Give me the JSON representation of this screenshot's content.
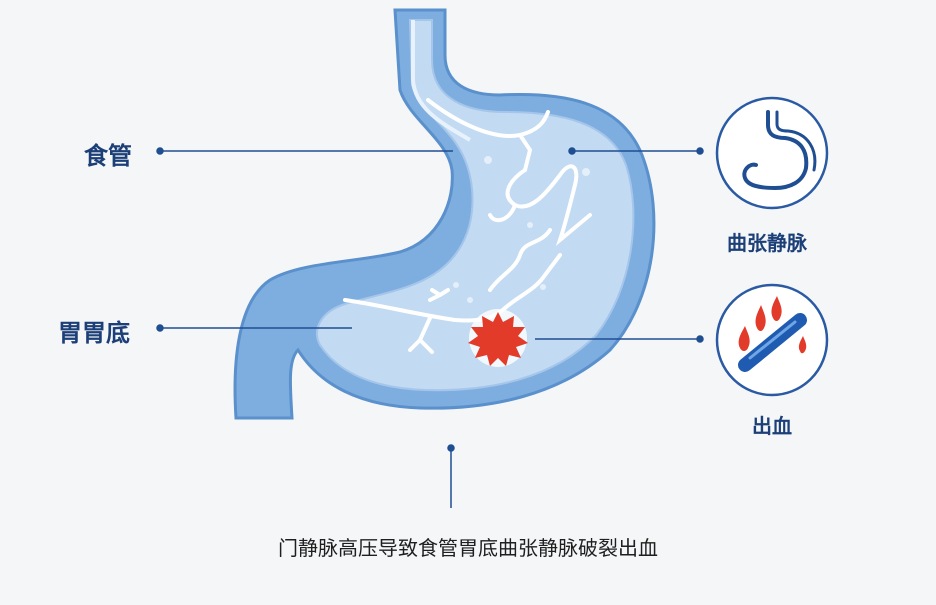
{
  "labels": {
    "esophagus": "食管",
    "fundus": "胃胃底",
    "varices": "曲张静脉",
    "bleeding": "出血"
  },
  "caption": "门静脉高压导致食管胃底曲张静脉破裂出血",
  "icons": {
    "varices": "stomach-outline-icon",
    "bleeding": "bleeding-vessel-icon"
  },
  "colors": {
    "stomach_outer": "#7eaee0",
    "stomach_inner": "#c2daf2",
    "outline": "#5a90cc",
    "vessel": "#ffffff",
    "bleed": "#e23b2a",
    "leader": "#1f4e92",
    "text": "#1c3f78"
  }
}
